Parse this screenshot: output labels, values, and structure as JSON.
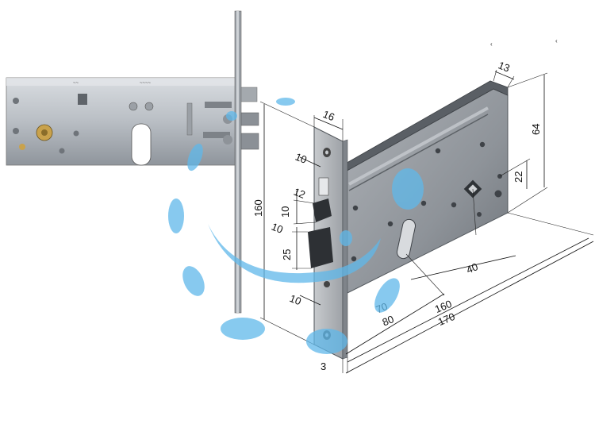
{
  "diagram": {
    "subject": "mortise-lock-technical-drawing",
    "dimensions": {
      "faceplate_width": "16",
      "faceplate_height": "160",
      "faceplate_thickness": "3",
      "case_thickness": "13",
      "case_height": "64",
      "handle_offset": "22",
      "top_offset": "10",
      "latch_gap": "12",
      "latch_height": "10",
      "bolt_gap": "10",
      "bolt_height": "25",
      "bottom_offset": "10",
      "backset": "40",
      "hole_distance_a": "70",
      "hole_distance_b": "80",
      "case_length": "160",
      "overall_length": "170"
    },
    "colors": {
      "steel_light": "#c9ccd0",
      "steel_dark": "#7f848a",
      "watermark": "#5fb8ea"
    }
  }
}
